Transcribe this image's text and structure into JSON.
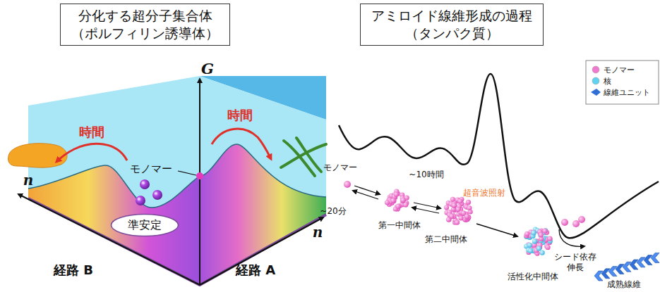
{
  "diagram": {
    "nodes": [
      {
        "text": [
          "分化する超分子集合体",
          "（ポルフィリン誘導体）"
        ]
      },
      {
        "text": [
          "アミロイド線維形成の過程",
          "（タンパク質）"
        ]
      },
      {
        "text": [
          "準安定"
        ]
      }
    ],
    "labels": [
      "G",
      "n",
      "n",
      "時間",
      "時間",
      "モノマー",
      "経路 B",
      "経路 A",
      "モノマー",
      "~20分",
      "~10時間",
      "第一中間体",
      "超音波照射",
      "第二中間体",
      "活性化中間体",
      "シード依存 伸長",
      "成熟線維"
    ],
    "legend": [
      {
        "text": "モノマー",
        "color": "#f07ad0"
      },
      {
        "text": "核",
        "color": "#5fd3f0"
      },
      {
        "text": "線維ユニット"
      }
    ]
  }
}
